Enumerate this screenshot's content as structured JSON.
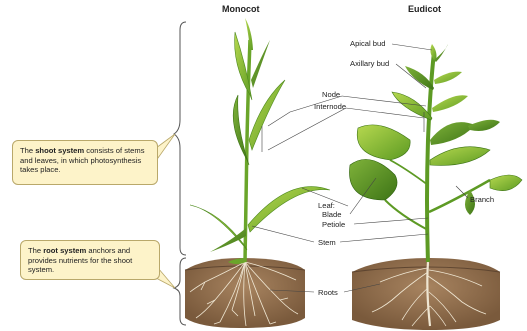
{
  "titles": {
    "monocot": "Monocot",
    "eudicot": "Eudicot"
  },
  "callouts": {
    "shoot": {
      "pre": "The ",
      "bold": "shoot system",
      "post": " consists of stems and leaves, in which photosynthesis takes place."
    },
    "root": {
      "pre": "The ",
      "bold": "root system",
      "post": " anchors and provides nutrients for the shoot system."
    }
  },
  "labels": {
    "apical_bud": "Apical bud",
    "axillary_bud": "Axillary bud",
    "node": "Node",
    "internode": "Internode",
    "leaf": "Leaf:",
    "blade": "Blade",
    "petiole": "Petiole",
    "branch": "Branch",
    "stem": "Stem",
    "roots": "Roots"
  },
  "colors": {
    "leaf_light": "#9cc63a",
    "leaf_dark": "#4e8a1e",
    "soil": "#8a6a4a",
    "callout_bg": "#fdf3c9",
    "roots": "#e8dcc4"
  }
}
